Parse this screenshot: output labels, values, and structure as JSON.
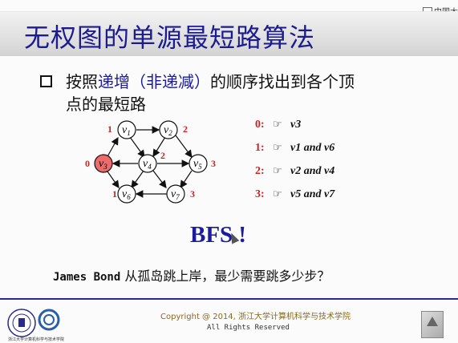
{
  "slide": {
    "title": "无权图的单源最短路算法",
    "corner_logo": "中国大",
    "bullet": {
      "pre": "按照",
      "highlight": "递增（非递减）",
      "post": "的顺序找出到各个顶",
      "line2": "点的最短路"
    },
    "graph": {
      "nodes": [
        {
          "name": "v1",
          "dist": "1"
        },
        {
          "name": "v2",
          "dist": "2"
        },
        {
          "name": "v3",
          "dist": "0",
          "source": true
        },
        {
          "name": "v4",
          "dist": "2"
        },
        {
          "name": "v5",
          "dist": "3"
        },
        {
          "name": "v6",
          "dist": "1"
        },
        {
          "name": "v7",
          "dist": "3"
        }
      ],
      "source_color": "#ee6b6b"
    },
    "levels": [
      {
        "num": "0:",
        "nodes": "v3"
      },
      {
        "num": "1:",
        "nodes": "v1 and v6"
      },
      {
        "num": "2:",
        "nodes": "v2 and v4"
      },
      {
        "num": "3:",
        "nodes": "v5 and v7"
      }
    ],
    "level_icon": "pointing-hand-icon",
    "bfs": "BFS !",
    "james_mono": "James Bond",
    "james_cn": " 从孤岛跳上岸，最少需要跳多少步？",
    "copyright": "Copyright @ 2014, 浙江大学计算机科学与技术学院",
    "rights": "All Rights Reserved",
    "footer_caption": "浙江大学计算机科学与技术学院"
  }
}
